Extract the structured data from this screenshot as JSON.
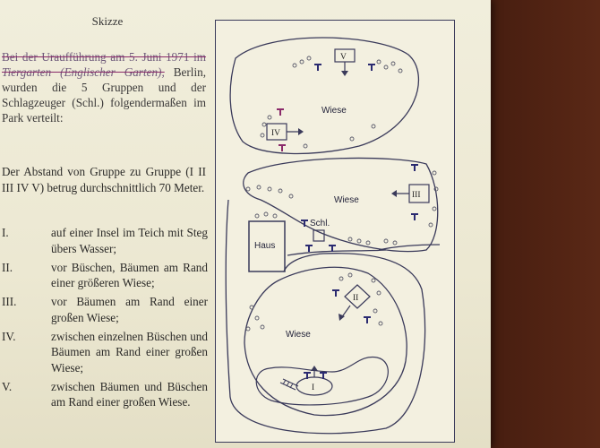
{
  "heading": "Skizze",
  "intro": {
    "part1": "Bei der Uraufführung am 5. Juni 1971 im ",
    "park_name": "Tiergarten (Englischer Garten),",
    "part2": " Berlin, wurden die 5 Gruppen und der Schlagzeuger (Schl.) folgendermaßen im Park verteilt:"
  },
  "distance_text": "Der Abstand von Gruppe zu Gruppe (I II III IV V) betrug durchschnittlich 70 Meter.",
  "list": [
    {
      "num": "I.",
      "text": "auf einer Insel im Teich mit Steg übers Wasser;"
    },
    {
      "num": "II.",
      "text": "vor Büschen, Bäumen am Rand einer größeren Wiese;"
    },
    {
      "num": "III.",
      "text": "vor Bäumen am Rand einer großen Wiese;"
    },
    {
      "num": "IV.",
      "text": "zwischen einzelnen Büschen und Bäumen am Rand einer großen Wiese;"
    },
    {
      "num": "V.",
      "text": "zwischen Bäumen und Büschen am Rand einer großen Wiese."
    }
  ],
  "map": {
    "wiese_label": "Wiese",
    "haus_label": "Haus",
    "schl_label": "Schl.",
    "groups": [
      "I",
      "II",
      "III",
      "IV",
      "V"
    ]
  },
  "colors": {
    "paper": "#ece8d2",
    "ink": "#2b2a28",
    "map_ink": "#23233a"
  }
}
